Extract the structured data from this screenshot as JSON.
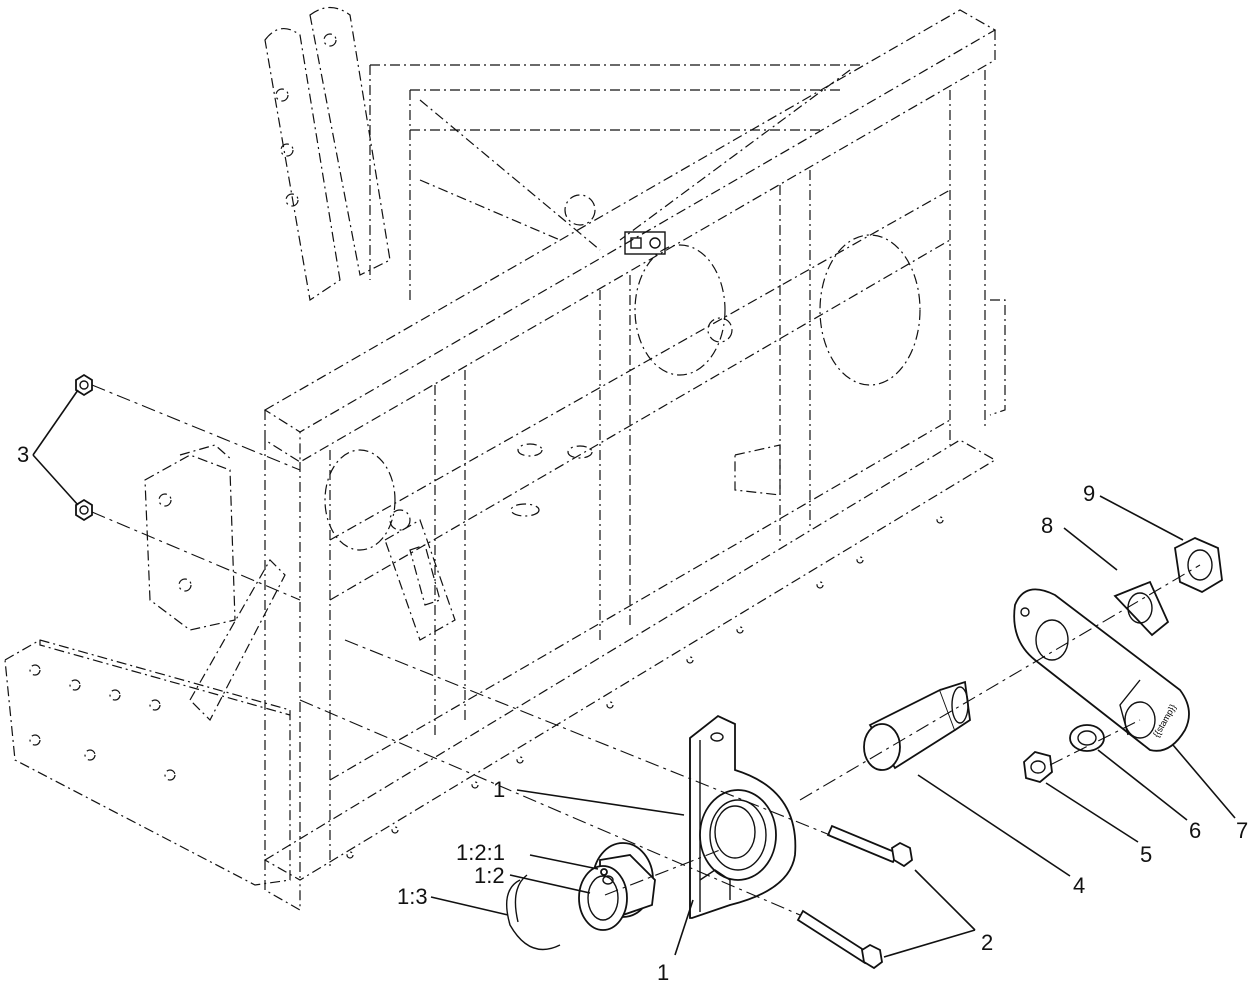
{
  "callouts": [
    {
      "id": "c3",
      "text": "3"
    },
    {
      "id": "c9",
      "text": "9"
    },
    {
      "id": "c8",
      "text": "8"
    },
    {
      "id": "c7",
      "text": "7"
    },
    {
      "id": "c6",
      "text": "6"
    },
    {
      "id": "c5",
      "text": "5"
    },
    {
      "id": "c4",
      "text": "4"
    },
    {
      "id": "c2",
      "text": "2"
    },
    {
      "id": "c1a",
      "text": "1"
    },
    {
      "id": "c1b",
      "text": "1"
    },
    {
      "id": "c121",
      "text": "1:2:1"
    },
    {
      "id": "c12",
      "text": "1:2"
    },
    {
      "id": "c13",
      "text": "1:3"
    }
  ],
  "part_stamp": "{{stamp}}"
}
